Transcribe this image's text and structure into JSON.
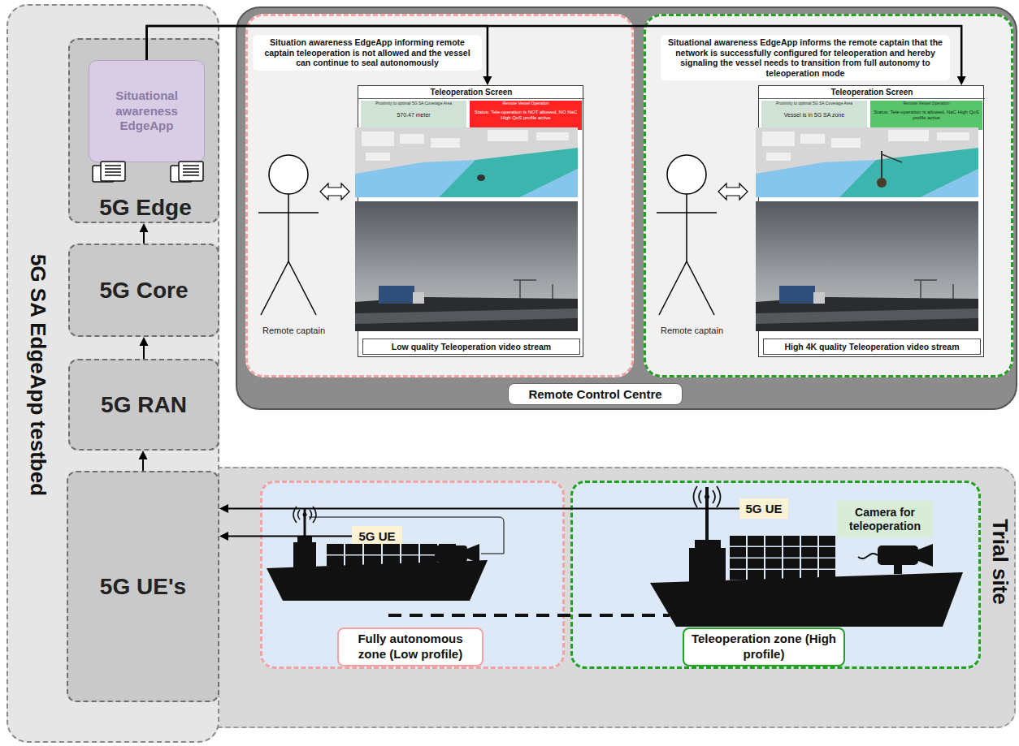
{
  "diagram": {
    "nodes": [
      {
        "text": [
          "5G SA EdgeApp testbed"
        ]
      },
      {
        "text": [
          "5G Edge"
        ],
        "in": 0
      },
      {
        "text": [
          "Situational awareness EdgeApp"
        ],
        "in": 1
      },
      {
        "text": [
          "5G Core"
        ],
        "in": 0
      },
      {
        "text": [
          "5G RAN"
        ],
        "in": 0
      },
      {
        "text": [
          "5G UE's"
        ],
        "in": 0
      },
      {
        "text": [
          "Remote Control Centre"
        ]
      },
      {
        "text": [
          "Situation awareness EdgeApp informing remote captain teleoperation is not allowed and the vessel can continue to seal autonomously",
          "Remote captain"
        ],
        "in": 6
      },
      {
        "text": [
          "Teleoperation Screen",
          "Low quality Teleoperation video stream"
        ],
        "in": 7
      },
      {
        "text": [
          "Proximity to optimal 5G SA Coverage Area",
          "570.47 meter"
        ],
        "in": 8
      },
      {
        "text": [
          "Remote Vessel Operation",
          "Status: Tele-operation is NOT allowed, NO NaC High QoS profile active"
        ],
        "in": 8
      },
      {
        "text": [
          "Situational awareness EdgeApp informs the remote captain that the network is successfully configured for teleoperation and hereby signaling the vessel needs to transition from full autonomy to teleoperation mode",
          "Remote captain"
        ],
        "in": 6
      },
      {
        "text": [
          "Teleoperation Screen",
          "High 4K quality Teleoperation video stream"
        ],
        "in": 11
      },
      {
        "text": [
          "Proximity to optimal 5G SA Coverage Area",
          "Vessel is in 5G SA zone"
        ],
        "in": 12
      },
      {
        "text": [
          "Remote Vessel Operation",
          "Status: Tele-operation is allowed, NaC High QoS profile active"
        ],
        "in": 12
      },
      {
        "text": [
          "Trial site"
        ]
      },
      {
        "text": [
          "Fully autonomous zone (Low profile)"
        ],
        "in": 15
      },
      {
        "text": [
          "5G UE"
        ],
        "in": 16
      },
      {
        "text": [
          "Teleoperation zone (High profile)"
        ],
        "in": 15
      },
      {
        "text": [
          "5G UE"
        ],
        "in": 18
      },
      {
        "text": [
          "Camera for teleoperation"
        ],
        "in": 18
      }
    ],
    "edges": [
      {
        "from": 5,
        "to": 4,
        "arrow": "to"
      },
      {
        "from": 4,
        "to": 3,
        "arrow": "to"
      },
      {
        "from": 3,
        "to": 1,
        "arrow": "to"
      },
      {
        "from": 2,
        "to": 8,
        "arrow": "to"
      },
      {
        "from": 2,
        "to": 12,
        "arrow": "to"
      },
      {
        "from": 17,
        "to": 5,
        "arrow": "to"
      },
      {
        "from": 19,
        "to": 5,
        "arrow": "to"
      }
    ]
  }
}
